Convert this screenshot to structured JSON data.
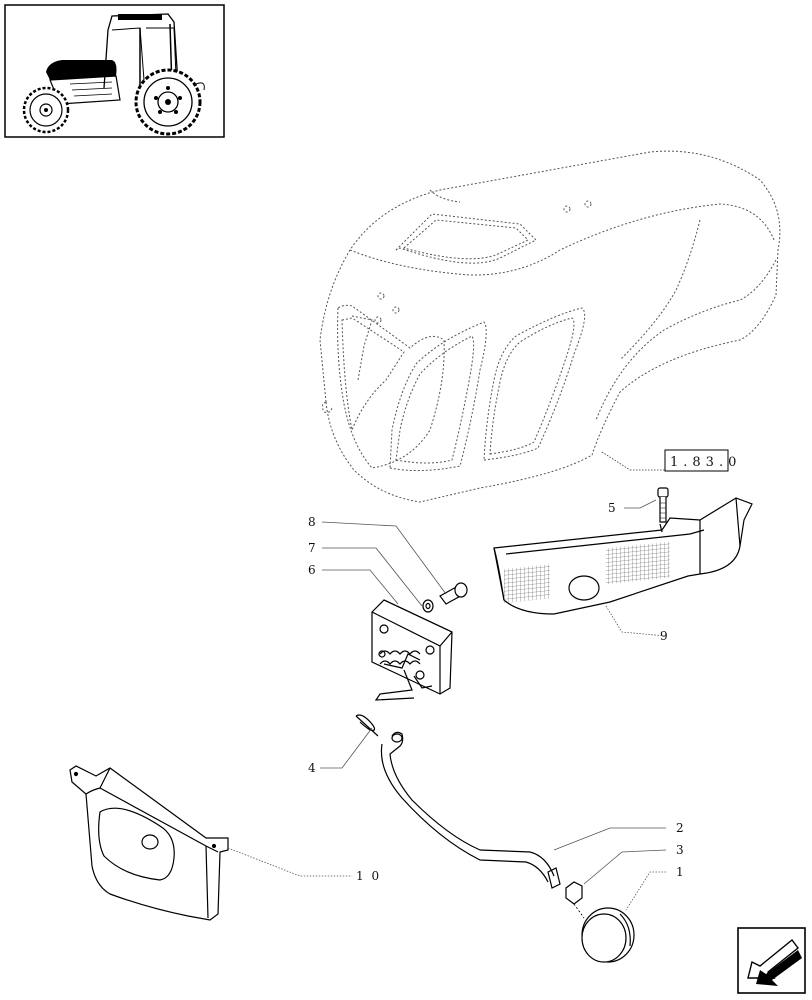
{
  "reference_box": {
    "label": "1.83.0"
  },
  "callouts": [
    {
      "id": "1",
      "label": "1"
    },
    {
      "id": "2",
      "label": "2"
    },
    {
      "id": "3",
      "label": "3"
    },
    {
      "id": "4",
      "label": "4"
    },
    {
      "id": "5",
      "label": "5"
    },
    {
      "id": "6",
      "label": "6"
    },
    {
      "id": "7",
      "label": "7"
    },
    {
      "id": "8",
      "label": "8"
    },
    {
      "id": "9",
      "label": "9"
    },
    {
      "id": "10",
      "label": "1 0"
    }
  ],
  "icons": {
    "thumbnail": "tractor-thumbnail-icon",
    "navigation": "next-page-arrow-icon"
  }
}
